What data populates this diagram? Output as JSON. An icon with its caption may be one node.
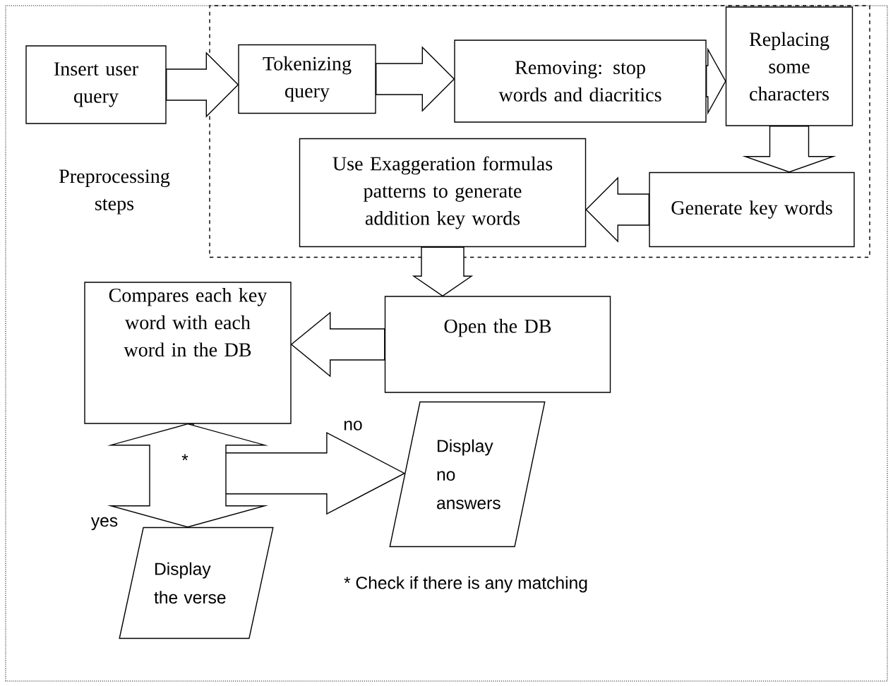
{
  "diagram": {
    "nodes": [
      {
        "text": [
          "Insert user query"
        ]
      },
      {
        "text": [
          "Preprocessing steps"
        ]
      },
      {
        "text": [
          "Tokenizing query"
        ],
        "in": 1
      },
      {
        "text": [
          "Removing: stop words and diacritics"
        ],
        "in": 1
      },
      {
        "text": [
          "Replacing some characters"
        ],
        "in": 1
      },
      {
        "text": [
          "Generate key words"
        ],
        "in": 1
      },
      {
        "text": [
          "Use  Exaggeration formulas patterns to generate addition key words"
        ],
        "in": 1
      },
      {
        "text": [
          "Open the DB"
        ]
      },
      {
        "text": [
          "Compares each key word with each word in the DB"
        ]
      },
      {
        "text": [
          "Display no answers"
        ]
      },
      {
        "text": [
          "Display the verse"
        ]
      }
    ],
    "edges": [
      {
        "from": 0,
        "to": 2,
        "arrow": "to"
      },
      {
        "from": 2,
        "to": 3,
        "arrow": "to"
      },
      {
        "from": 3,
        "to": 4,
        "arrow": "to"
      },
      {
        "from": 4,
        "to": 5,
        "arrow": "to"
      },
      {
        "from": 5,
        "to": 6,
        "arrow": "to"
      },
      {
        "from": 6,
        "to": 7,
        "arrow": "to"
      },
      {
        "from": 7,
        "to": 8,
        "arrow": "to"
      },
      {
        "from": 8,
        "to": 9,
        "arrow": "to",
        "label": "no"
      },
      {
        "from": 8,
        "to": 10,
        "arrow": "both",
        "label": "yes"
      }
    ],
    "labels": [
      "*",
      "* Check if there is any matching"
    ]
  }
}
